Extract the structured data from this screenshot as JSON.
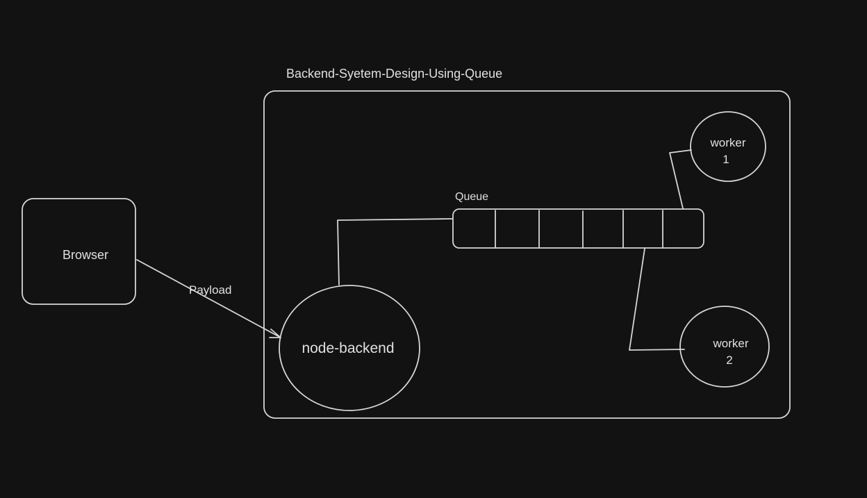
{
  "diagram": {
    "container_title": "Backend-Syetem-Design-Using-Queue",
    "browser_label": "Browser",
    "arrow_label": "Payload",
    "backend_label": "node-backend",
    "queue_label": "Queue",
    "worker1": {
      "line1": "worker",
      "line2": "1"
    },
    "worker2": {
      "line1": "worker",
      "line2": "2"
    },
    "queue_slots": 6,
    "colors": {
      "background": "#121212",
      "stroke": "#d6d6d6"
    }
  }
}
